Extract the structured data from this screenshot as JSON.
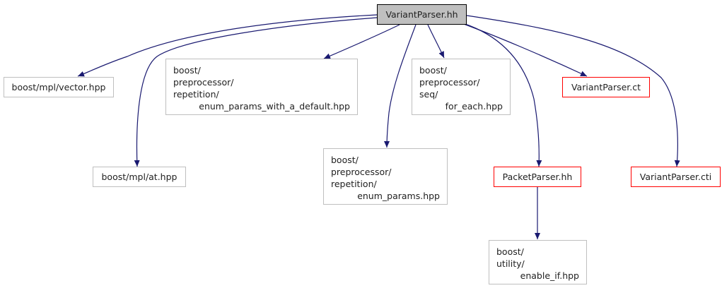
{
  "graph": {
    "edge_color": "#191970",
    "nodes": {
      "root": {
        "label": "VariantParser.hh"
      },
      "vector": {
        "label": "boost/mpl/vector.hpp"
      },
      "enum_default": {
        "lines": [
          "boost/",
          "preprocessor/",
          "repetition/",
          "enum_params_with_a_default.hpp"
        ]
      },
      "for_each": {
        "lines": [
          "boost/",
          "preprocessor/",
          "seq/",
          "for_each.hpp"
        ]
      },
      "ct": {
        "label": "VariantParser.ct"
      },
      "at": {
        "label": "boost/mpl/at.hpp"
      },
      "enum_params": {
        "lines": [
          "boost/",
          "preprocessor/",
          "repetition/",
          "enum_params.hpp"
        ]
      },
      "packet": {
        "label": "PacketParser.hh"
      },
      "cti": {
        "label": "VariantParser.cti"
      },
      "enable_if": {
        "lines": [
          "boost/",
          "utility/",
          "enable_if.hpp"
        ]
      }
    }
  }
}
